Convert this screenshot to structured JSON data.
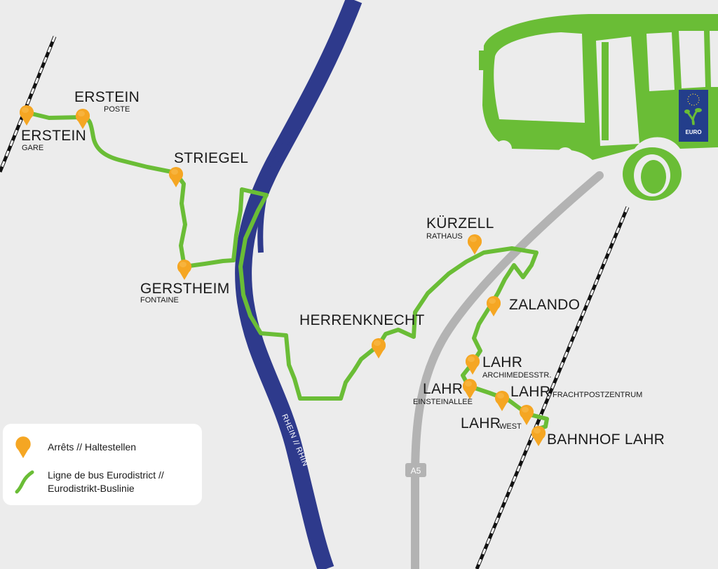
{
  "colors": {
    "background": "#ececec",
    "route": "#6abd36",
    "river": "#2e3a8c",
    "road": "#b3b3b3",
    "stop": "#f5a623",
    "eu_blue": "#233e8b"
  },
  "stops": [
    {
      "id": "erstein-gare",
      "name": "ERSTEIN",
      "sub": "GARE"
    },
    {
      "id": "erstein-poste",
      "name": "ERSTEIN",
      "sub": "POSTE"
    },
    {
      "id": "striegel",
      "name": "STRIEGEL",
      "sub": ""
    },
    {
      "id": "gerstheim",
      "name": "GERSTHEIM",
      "sub": "FONTAINE"
    },
    {
      "id": "herrenknecht",
      "name": "HERRENKNECHT",
      "sub": ""
    },
    {
      "id": "kurzell",
      "name": "KÜRZELL",
      "sub": "RATHAUS"
    },
    {
      "id": "zalando",
      "name": "ZALANDO",
      "sub": ""
    },
    {
      "id": "lahr-archimedes",
      "name": "LAHR",
      "sub": "ARCHIMEDESSTR."
    },
    {
      "id": "lahr-einstein",
      "name": "LAHR",
      "sub": "EINSTEINALLEE"
    },
    {
      "id": "lahr-fracht",
      "name": "LAHR",
      "sub": "FRACHTPOSTZENTRUM"
    },
    {
      "id": "lahr-west",
      "name": "LAHR",
      "sub": "WEST"
    },
    {
      "id": "bahnhof-lahr",
      "name": "BAHNHOF LAHR",
      "sub": ""
    }
  ],
  "river_label": "RHEIN // RHIN",
  "road_label": "A5",
  "bus_badge": "EURO",
  "legend": {
    "stops": "Arrêts // Haltestellen",
    "line_1": "Ligne de bus Eurodistrict //",
    "line_2": "Eurodistrikt-Buslinie"
  }
}
